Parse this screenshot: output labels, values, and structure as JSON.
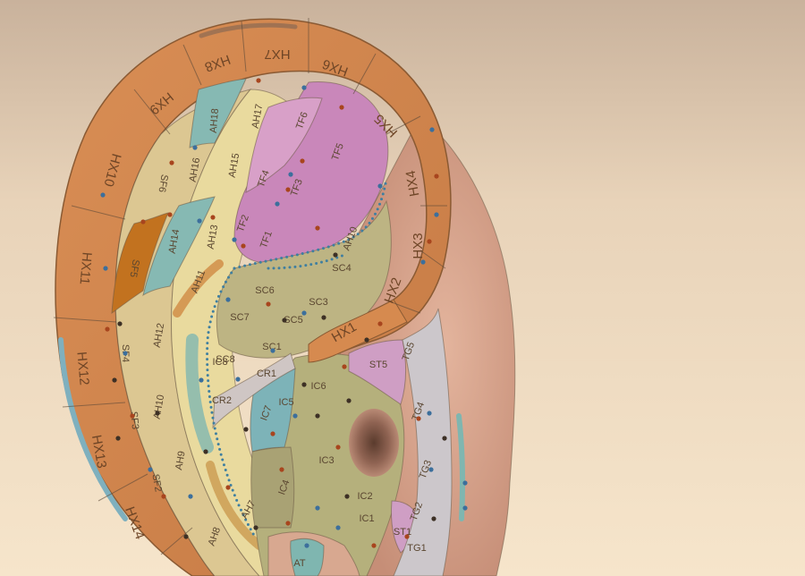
{
  "colors": {
    "background_top": "#c9b29c",
    "background_bottom": "#f4e2c7",
    "skin": "#d8a58d",
    "helix": "#d68a4f",
    "helix_dark": "#a8612f",
    "antihelix": "#e8d79a",
    "fossa": "#d9c48e",
    "triangular_fossa": "#c77eb6",
    "concha": "#b9b682",
    "teal": "#7fb6b0",
    "tragus": "#c9c4c8",
    "dot_red": "#a8451e",
    "dot_blue": "#3c6f9c",
    "dot_dark": "#3d3025"
  },
  "icons": [
    "ear-diagram"
  ],
  "labels": {
    "helix": [
      "HX7",
      "HX8",
      "HX6",
      "HX9",
      "HX5",
      "HX10",
      "HX4",
      "HX3",
      "HX11",
      "HX2",
      "HX12",
      "HX1",
      "HX13",
      "HX14"
    ],
    "scapha": [
      "SF6",
      "SF5",
      "SF4",
      "SF3",
      "SF2"
    ],
    "antihelix": [
      "AH18",
      "AH17",
      "AH16",
      "AH15",
      "AH14",
      "AH13",
      "AH12",
      "AH11",
      "AH10",
      "AH9",
      "AH8",
      "AH7"
    ],
    "triangular_fossa": [
      "TF6",
      "TF4",
      "TF5",
      "TF3",
      "TF2",
      "TF1"
    ],
    "cymba_concha": [
      "SC7",
      "SC6",
      "SC5",
      "SC4",
      "SC3",
      "SC8",
      "SC1"
    ],
    "concha": [
      "IC8",
      "IC7",
      "IC6",
      "IC5",
      "IC4",
      "IC3",
      "IC2",
      "IC1"
    ],
    "crus": [
      "CR2",
      "CR1"
    ],
    "tragus": [
      "TG5",
      "TG4",
      "TG3",
      "TG2",
      "TG1"
    ],
    "other": [
      "ST5",
      "ST1",
      "AH10",
      "AT"
    ]
  }
}
